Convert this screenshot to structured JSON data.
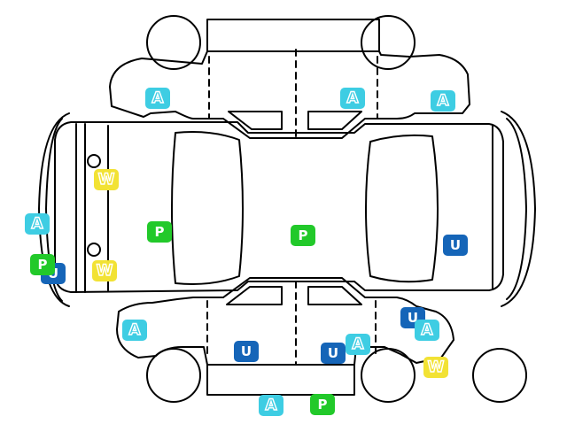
{
  "legend_colors": {
    "A": "#3ecde3",
    "P": "#22c92a",
    "U": "#1565b8",
    "W": "#f2e234"
  },
  "text_colors": {
    "A": "#ffffff",
    "P": "#ffffff",
    "U": "#ffffff",
    "W": "#ffffff"
  },
  "markers": [
    {
      "code": "A",
      "id": "marker-a-1"
    },
    {
      "code": "A",
      "id": "marker-a-2"
    },
    {
      "code": "A",
      "id": "marker-a-3"
    },
    {
      "code": "W",
      "id": "marker-w-1"
    },
    {
      "code": "A",
      "id": "marker-a-4"
    },
    {
      "code": "P",
      "id": "marker-p-1"
    },
    {
      "code": "P",
      "id": "marker-p-2"
    },
    {
      "code": "U",
      "id": "marker-u-1"
    },
    {
      "code": "U",
      "id": "marker-u-2"
    },
    {
      "code": "P",
      "id": "marker-p-3"
    },
    {
      "code": "W",
      "id": "marker-w-2"
    },
    {
      "code": "U",
      "id": "marker-u-3"
    },
    {
      "code": "A",
      "id": "marker-a-5"
    },
    {
      "code": "A",
      "id": "marker-a-6"
    },
    {
      "code": "U",
      "id": "marker-u-4"
    },
    {
      "code": "U",
      "id": "marker-u-5"
    },
    {
      "code": "A",
      "id": "marker-a-7"
    },
    {
      "code": "W",
      "id": "marker-w-3"
    },
    {
      "code": "A",
      "id": "marker-a-8"
    },
    {
      "code": "P",
      "id": "marker-p-4"
    }
  ]
}
